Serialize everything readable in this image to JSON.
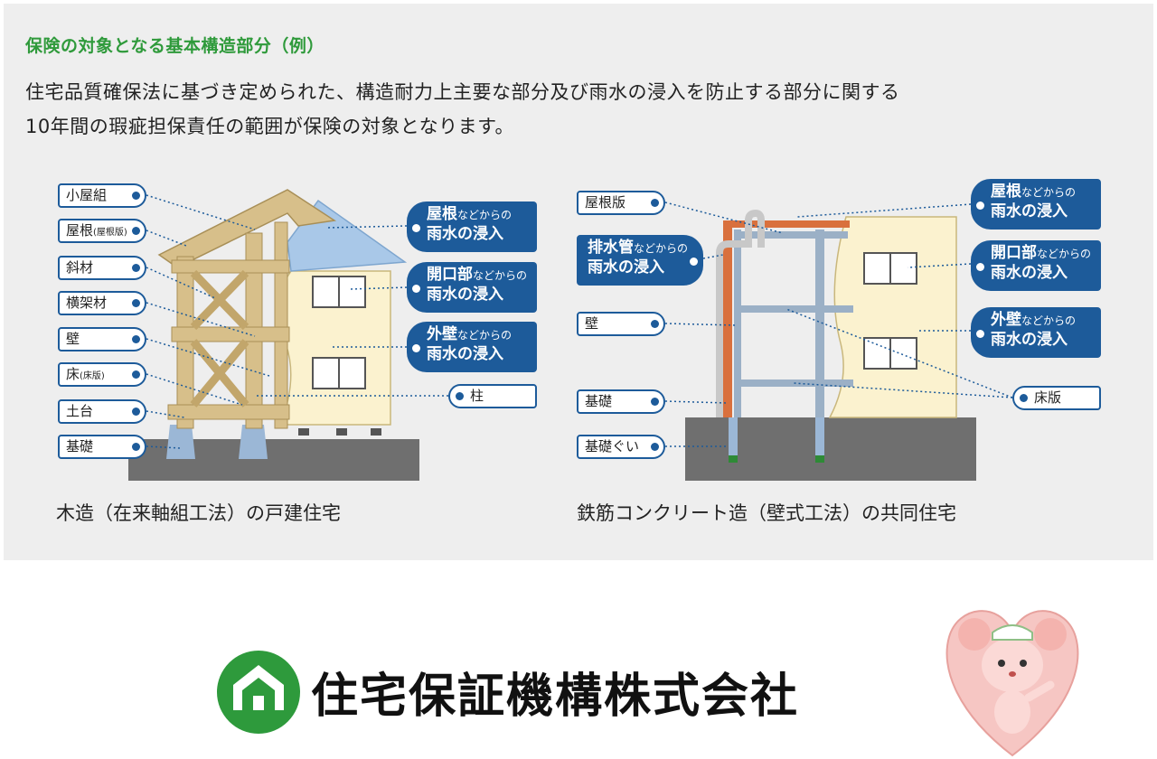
{
  "header": {
    "title": "保険の対象となる基本構造部分（例）",
    "description_line1": "住宅品質確保法に基づき定められた、構造耐力上主要な部分及び雨水の浸入を防止する部分に関する",
    "description_line2": "10年間の瑕疵担保責任の範囲が保険の対象となります。"
  },
  "wooden_house": {
    "caption": "木造（在来軸組工法）の戸建住宅",
    "labels": {
      "koyagumi": "小屋組",
      "yane_main": "屋根",
      "yane_sub": "(屋根版)",
      "shazai": "斜材",
      "oukazai": "横架材",
      "kabe": "壁",
      "yuka_main": "床",
      "yuka_sub": "(床版)",
      "dodai": "土台",
      "kiso": "基礎",
      "hashira": "柱"
    },
    "callouts": {
      "roof_main": "屋根",
      "roof_small": "などからの",
      "roof_line2": "雨水の浸入",
      "opening_main": "開口部",
      "opening_small": "などからの",
      "opening_line2": "雨水の浸入",
      "wall_main": "外壁",
      "wall_small": "などからの",
      "wall_line2": "雨水の浸入"
    }
  },
  "rc_building": {
    "caption": "鉄筋コンクリート造（壁式工法）の共同住宅",
    "labels": {
      "yaneban": "屋根版",
      "kabe": "壁",
      "kiso": "基礎",
      "kisogui": "基礎ぐい",
      "yukaban": "床版"
    },
    "callouts": {
      "drain_main": "排水管",
      "drain_small": "などからの",
      "drain_line2": "雨水の浸入",
      "roof_main": "屋根",
      "roof_small": "などからの",
      "roof_line2": "雨水の浸入",
      "opening_main": "開口部",
      "opening_small": "などからの",
      "opening_line2": "雨水の浸入",
      "wall_main": "外壁",
      "wall_small": "などからの",
      "wall_line2": "雨水の浸入"
    }
  },
  "footer": {
    "company_name": "住宅保証機構株式会社",
    "mascot_icon": "mascot-mouse-heart-icon",
    "logo_icon": "house-logo-icon"
  },
  "colors": {
    "heading_green": "#2f9a3b",
    "label_blue": "#1d5b9a",
    "wood": "#d7bf8a",
    "wall_cream": "#fbf2cf",
    "roof_blue": "#a9c8e8",
    "foundation_gray": "#6f6f6f",
    "rebar_orange": "#d9703d",
    "logo_green": "#2e9a3c"
  }
}
